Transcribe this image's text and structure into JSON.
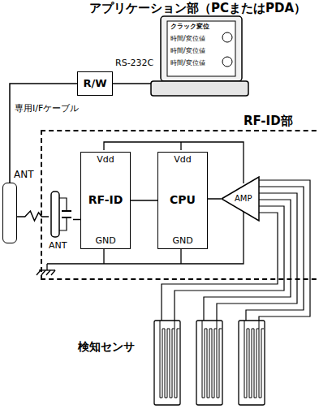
{
  "diagram": {
    "title": "アプリケーション部（PCまたはPDA）",
    "nodes": [
      {
        "text": [
          "クラック変位",
          "時間/変位値",
          "時間/変位値",
          "時間/変位値"
        ]
      },
      {
        "text": [
          "R/W"
        ]
      },
      {
        "text": [
          "ANT"
        ]
      },
      {
        "text": [
          "RF-ID部"
        ]
      },
      {
        "text": [
          "ANT"
        ],
        "in": 3
      },
      {
        "text": [
          "Vdd",
          "RF-ID",
          "GND"
        ],
        "in": 3
      },
      {
        "text": [
          "Vdd",
          "CPU",
          "GND"
        ],
        "in": 3
      },
      {
        "text": [
          "AMP"
        ],
        "in": 3
      }
    ],
    "edges": [
      {
        "from": 0,
        "to": 1,
        "label": "RS-232C",
        "arrow": "none"
      },
      {
        "from": 1,
        "to": 2,
        "label": "専用I/Fケーブル",
        "arrow": "none"
      },
      {
        "from": 2,
        "to": 4,
        "arrow": "none"
      },
      {
        "from": 4,
        "to": 5,
        "arrow": "none"
      },
      {
        "from": 5,
        "to": 6,
        "arrow": "none"
      },
      {
        "from": 6,
        "to": 7,
        "arrow": "none"
      }
    ],
    "labels": [
      "検知センサ"
    ]
  }
}
